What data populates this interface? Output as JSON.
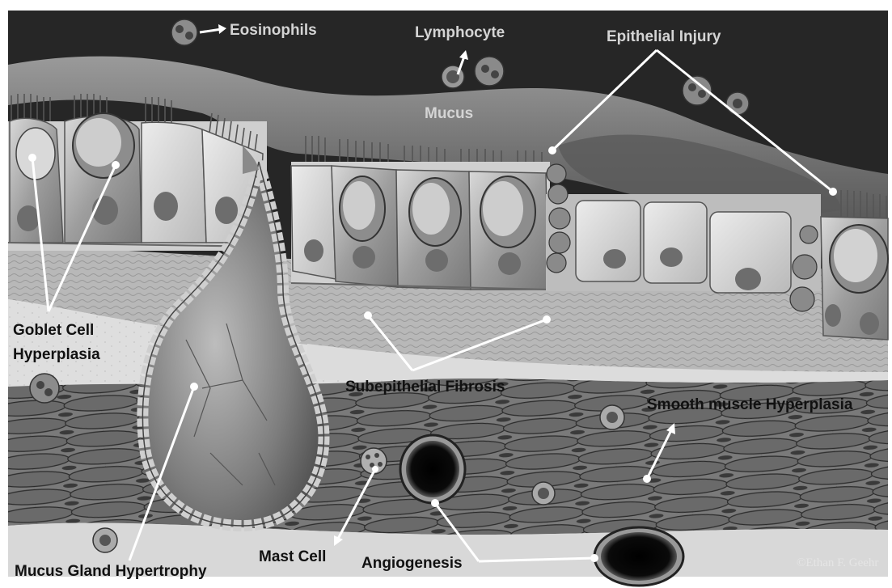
{
  "labels": {
    "eosinophils": "Eosinophils",
    "lymphocyte": "Lymphocyte",
    "epithelial_injury": "Epithelial Injury",
    "mucus": "Mucus",
    "goblet_line1": "Goblet Cell",
    "goblet_line2": "Hyperplasia",
    "subepithelial_fibrosis": "Subepithelial Fibrosis",
    "smooth_muscle": "Smooth muscle Hyperplasia",
    "mast_cell": "Mast Cell",
    "angiogenesis": "Angiogenesis",
    "mucus_gland": "Mucus Gland Hypertrophy"
  },
  "copyright": "©Ethan F. Geehr"
}
